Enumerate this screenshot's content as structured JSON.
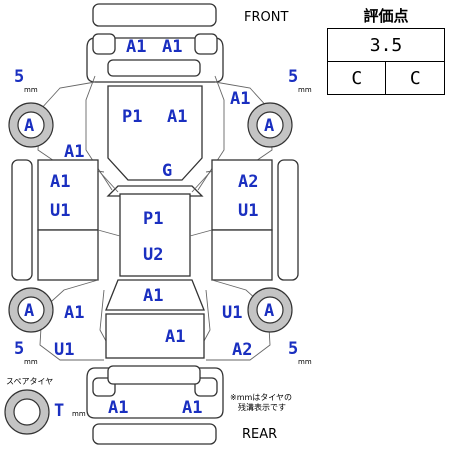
{
  "labels": {
    "front": "FRONT",
    "rear": "REAR",
    "spare": "スペアタイヤ",
    "note_line1": "※mmはタイヤの",
    "note_line2": "残溝表示です",
    "mm": "mm"
  },
  "rating": {
    "title": "評価点",
    "score": "3.5",
    "interior": "C",
    "exterior": "C"
  },
  "tread": {
    "front_left": "5",
    "front_right": "5",
    "rear_left": "5",
    "rear_right": "5",
    "spare": "T"
  },
  "tires": {
    "front_left": "A",
    "front_right": "A",
    "rear_left": "A",
    "rear_right": "A"
  },
  "marks": {
    "front_bumper_left": "A1",
    "front_bumper_right": "A1",
    "hood_left": "P1",
    "hood_right": "A1",
    "front_fender_right": "A1",
    "front_fender_left": "A1",
    "windshield": "G",
    "front_door_left_1": "A1",
    "front_door_left_2": "U1",
    "front_door_right_1": "A2",
    "front_door_right_2": "U1",
    "roof_1": "P1",
    "roof_2": "U2",
    "rear_glass": "A1",
    "rear_quarter_left_top": "A1",
    "rear_quarter_right_top": "U1",
    "rear_door_left": "U1",
    "trunk": "A1",
    "rear_quarter_right": "A2",
    "rear_bumper_left": "A1",
    "rear_bumper_right": "A1"
  }
}
